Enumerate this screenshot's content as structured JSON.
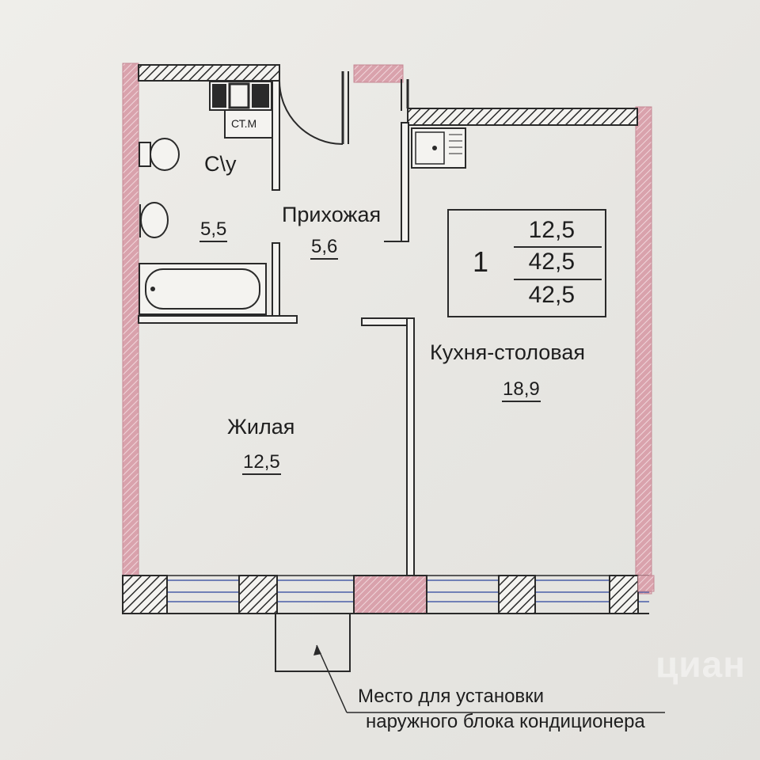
{
  "plan": {
    "rooms": [
      {
        "key": "bathroom",
        "label": "С\\у",
        "area": "5,5"
      },
      {
        "key": "hall",
        "label": "Прихожая",
        "area": "5,6"
      },
      {
        "key": "kitchen",
        "label": "Кухня-столовая",
        "area": "18,9"
      },
      {
        "key": "living",
        "label": "Жилая",
        "area": "12,5"
      }
    ],
    "washer_label": "СТ.М",
    "summary": {
      "rooms": "1",
      "living_area": "12,5",
      "total_area": "42,5",
      "total_area_2": "42,5"
    },
    "ac_note": {
      "line1": "Место для установки",
      "line2": "наружного блока кондиционера"
    },
    "watermark": "циан",
    "colors": {
      "wall_pink": "#d9a2ac",
      "line": "#2a2a2a",
      "window": "#4a5ea8"
    }
  }
}
